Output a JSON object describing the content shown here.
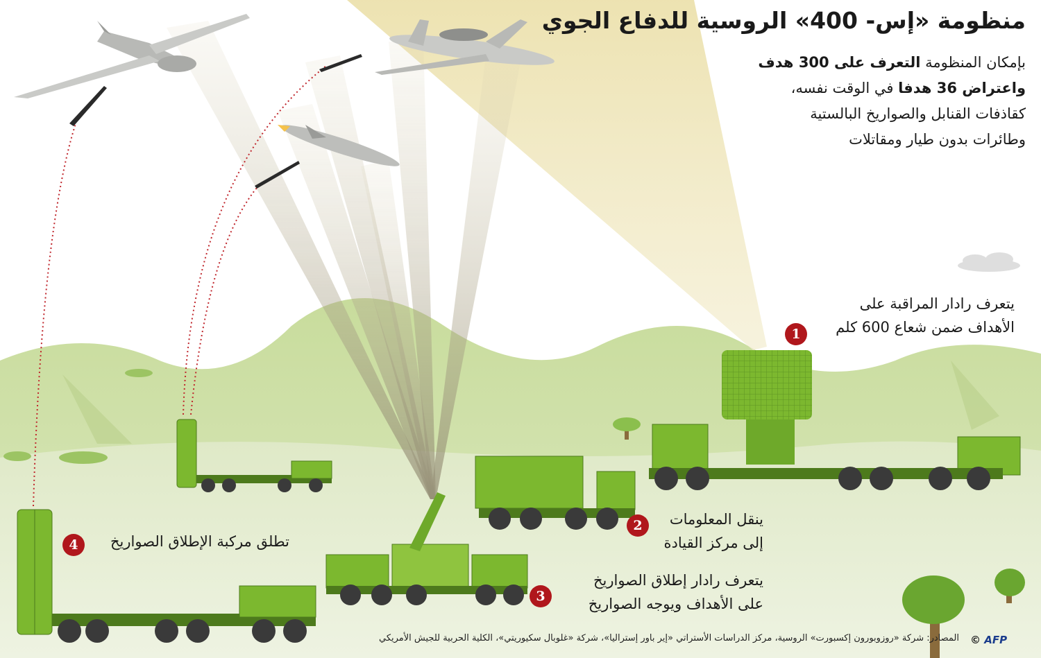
{
  "title": "منظومة «إس- 400» الروسية للدفاع الجوي",
  "intro": {
    "line1_prefix": "بإمكان المنظومة",
    "line1_bold": "التعرف على 300 هدف",
    "line2_bold": "واعتراض 36 هدفا",
    "line2_suffix": "في الوقت نفسه،",
    "line3": "كقاذفات القنابل والصواريخ البالستية",
    "line4": "وطائرات بدون طيار ومقاتلات"
  },
  "steps": [
    {
      "number": "1",
      "line1": "يتعرف رادار المراقبة على",
      "line2": "الأهداف ضمن شعاع 600 كلم"
    },
    {
      "number": "2",
      "line1": "ينقل المعلومات",
      "line2": "إلى مركز القيادة"
    },
    {
      "number": "3",
      "line1": "يتعرف رادار إطلاق الصواريخ",
      "line2": "على الأهداف ويوجه الصواريخ"
    },
    {
      "number": "4",
      "line1": "تطلق مركبة الإطلاق الصواريخ"
    }
  ],
  "source": "المصادر: شركة «روزوبورون إكسبورت» الروسية، مركز الدراسات الأستراتي «إير باور إستراليا»، شركة «غلوبال سكيوريتي»، الكلية الحربية للجيش الأمريكي",
  "credit": {
    "copyright": "©",
    "logo": "AFP"
  },
  "icons": [
    "drone-icon",
    "awacs-plane-icon",
    "cruise-missile-icon",
    "interceptor-missile-icon",
    "surveillance-radar-truck-icon",
    "command-post-truck-icon",
    "engagement-radar-truck-icon",
    "launcher-truck-icon",
    "tree-icon",
    "cloud-icon"
  ],
  "colors": {
    "vehicle_green": "#7cb82f",
    "vehicle_dark": "#4d7a1c",
    "beam_yellow": "#f2eccb",
    "badge_red": "#b0171c",
    "ground": "#e6efd4",
    "hills": "#cfe0ae"
  }
}
